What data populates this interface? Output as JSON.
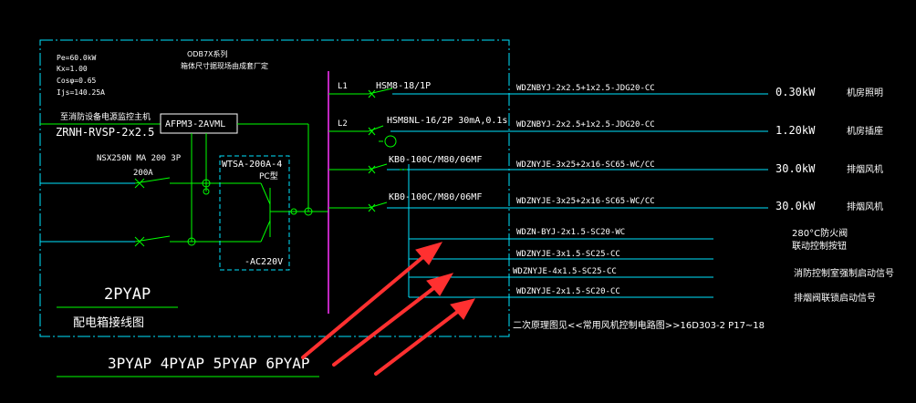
{
  "colors": {
    "background": "#000000",
    "text": "#ffffff",
    "green": "#00ff00",
    "cyan": "#00e5ff",
    "magenta": "#ff33ff",
    "red": "#ff3030",
    "boundary": "#00e5ff"
  },
  "panel": {
    "params": [
      "Pe=60.0kW",
      "Kx=1.00",
      "Cosφ=0.65",
      "Ijs=140.25A"
    ],
    "note_line1": "ODB7X系列",
    "note_line2": "箱体尺寸据现场由成套厂定",
    "source_label_cn": "至消防设备电源监控主机",
    "source_cable": "ZRNH-RVSP-2x2.5",
    "monitor_module": "AFPM3-2AVML",
    "breaker_spec": "NSX250N MA 200 3P",
    "breaker_current": "200A",
    "ats_spec": "WTSA-200A-4",
    "ats_type": "PC型",
    "ats_voltage": "-AC220V",
    "panel_code": "2PYAP",
    "panel_caption": "配电箱接线图",
    "other_panels": "3PYAP 4PYAP 5PYAP 6PYAP",
    "secondary_note": "二次原理图见<<常用风机控制电路图>>16D303-2 P17~18"
  },
  "circuits": [
    {
      "phase": "L1",
      "device": "HSM8-18/1P",
      "cable": "WDZNBYJ-2x2.5+1x2.5-JDG20-CC",
      "power": "0.30kW",
      "load": "机房照明"
    },
    {
      "phase": "L2",
      "device": "HSM8NL-16/2P 30mA,0.1s",
      "cable": "WDZNBYJ-2x2.5+1x2.5-JDG20-CC",
      "power": "1.20kW",
      "load": "机房插座"
    },
    {
      "phase": "",
      "device": "KB0-100C/M80/06MF",
      "cable": "WDZNYJE-3x25+2x16-SC65-WC/CC",
      "power": "30.0kW",
      "load": "排烟风机"
    },
    {
      "phase": "",
      "device": "KB0-100C/M80/06MF",
      "cable": "WDZNYJE-3x25+2x16-SC65-WC/CC",
      "power": "30.0kW",
      "load": "排烟风机"
    }
  ],
  "signals": [
    {
      "cable": "WDZN-BYJ-2x1.5-SC20-WC",
      "dest_line1": "280°C防火阀",
      "dest_line2": "联动控制按钮"
    },
    {
      "cable": "WDZNYJE-3x1.5-SC25-CC",
      "dest_line1": "",
      "dest_line2": ""
    },
    {
      "cable": "WDZNYJE-4x1.5-SC25-CC",
      "dest_line1": "消防控制室强制启动信号",
      "dest_line2": ""
    },
    {
      "cable": "WDZNYJE-2x1.5-SC20-CC",
      "dest_line1": "排烟阀联锁启动信号",
      "dest_line2": ""
    }
  ]
}
